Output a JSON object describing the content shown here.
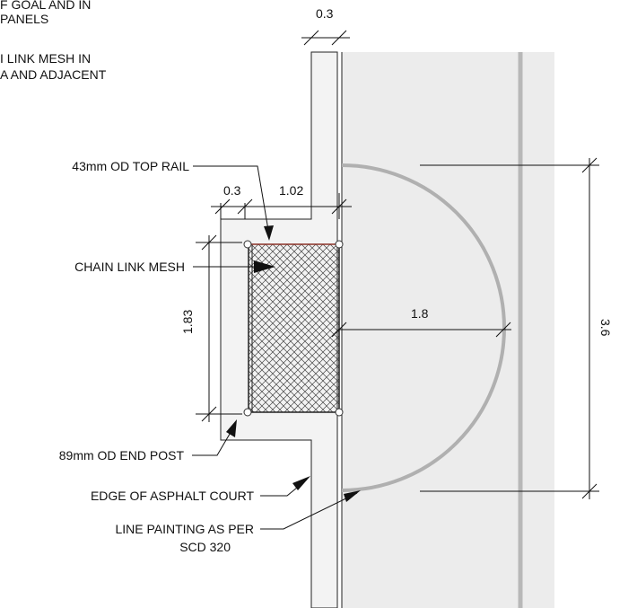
{
  "notes": {
    "top_left_line1": "F GOAL AND IN",
    "top_left_line2": "PANELS",
    "top_left_line3": "I LINK MESH IN",
    "top_left_line4": "A AND ADJACENT"
  },
  "dimensions": {
    "top_width": "0.3",
    "inner_offset": "0.3",
    "inner_width": "1.02",
    "mesh_height": "1.83",
    "arc_radius": "1.8",
    "arc_span": "3.6"
  },
  "callouts": {
    "top_rail": "43mm OD TOP RAIL",
    "chain_link_mesh": "CHAIN LINK MESH",
    "end_post": "89mm OD END POST",
    "asphalt_edge": "EDGE OF ASPHALT COURT",
    "line_painting_1": "LINE PAINTING AS PER",
    "line_painting_2": "SCD 320"
  },
  "colors": {
    "court": "#ececec",
    "concrete": "#f3f3f3",
    "line_paint": "#b8b8b8",
    "ink": "#111111"
  }
}
